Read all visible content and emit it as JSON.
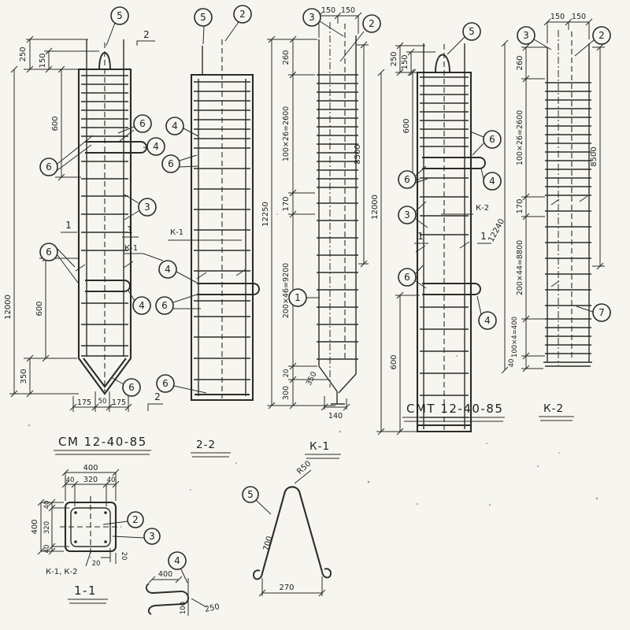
{
  "page": {
    "background": "#f6f5f0",
    "ink": "#2c2b26"
  },
  "view_cm": {
    "title": "СМ 12-40-85",
    "dim_250": "250",
    "dim_150": "150",
    "dim_600_top": "600",
    "dim_12000": "12000",
    "dim_600_bottom": "600",
    "dim_350": "350",
    "dim_175_left": "175",
    "dim_50": "50",
    "dim_175_right": "175",
    "mark_2_top": "2",
    "mark_2_bottom": "2",
    "mark_1_left": "1",
    "mark_1_right": "1",
    "label_k1": "К-1",
    "callout_5": "5",
    "callout_6_spiral": "6",
    "callout_4_hook": "4",
    "callout_6_left": "6",
    "callout_3": "3",
    "callout_6_lower": "6",
    "callout_4_pair": "4",
    "callout_6_tip": "6"
  },
  "view_22": {
    "title": "2-2",
    "label_k1": "К-1",
    "callout_5": "5",
    "callout_2": "2",
    "callout_4_top": "4",
    "callout_6_top": "6",
    "callout_4_mid": "4",
    "callout_6_mid": "6",
    "callout_6_bottom": "6"
  },
  "view_k1": {
    "title": "К-1",
    "dim_150_left": "150",
    "dim_150_right": "150",
    "dim_260": "260",
    "dim_pitch_top": "100×26=2600",
    "dim_170": "170",
    "dim_pitch_main": "200×46=9200",
    "dim_20": "20",
    "dim_300": "300",
    "dim_8500": "8500",
    "dim_12250": "12250",
    "dim_350": "350",
    "dim_140": "140",
    "callout_3": "3",
    "callout_2": "2",
    "callout_1": "1"
  },
  "view_cmt": {
    "title": "СМТ 12-40-85",
    "dim_250": "250",
    "dim_150": "150",
    "dim_600_top": "600",
    "dim_12000": "12000",
    "dim_600_bottom": "600",
    "mark_1_left": "1",
    "mark_1_right": "1",
    "label_k2": "К-2",
    "callout_5": "5",
    "callout_6_right": "6",
    "callout_6_left": "6",
    "callout_4_right": "4",
    "callout_3": "3",
    "callout_6_lower": "6",
    "callout_4_lower": "4"
  },
  "view_k2": {
    "title": "К-2",
    "dim_150_left": "150",
    "dim_150_right": "150",
    "dim_260": "260",
    "dim_pitch_top": "100×26=2600",
    "dim_170": "170",
    "dim_pitch_main": "200×44=8800",
    "dim_pitch_bottom": "100×4=400",
    "dim_40": "40",
    "dim_8500": "8500",
    "dim_12240": "12240",
    "callout_3": "3",
    "callout_2": "2",
    "callout_7": "7"
  },
  "view_11": {
    "title": "1-1",
    "label_cages": "К-1, К-2",
    "dim_400_top": "400",
    "dim_40_left": "40",
    "dim_320_top": "320",
    "dim_40_right": "40",
    "dim_40_side_top": "40",
    "dim_400_side": "400",
    "dim_320_side": "320",
    "dim_40_side_bottom": "40",
    "dim_20_a": "20",
    "dim_20_b": "20",
    "callout_2": "2",
    "callout_3": "3"
  },
  "detail_hook": {
    "callout_4": "4",
    "dim_400": "400",
    "dim_250": "250",
    "dim_100": "100"
  },
  "detail_loop": {
    "callout_5": "5",
    "dim_r50": "R50",
    "dim_700": "700",
    "dim_270": "270"
  }
}
